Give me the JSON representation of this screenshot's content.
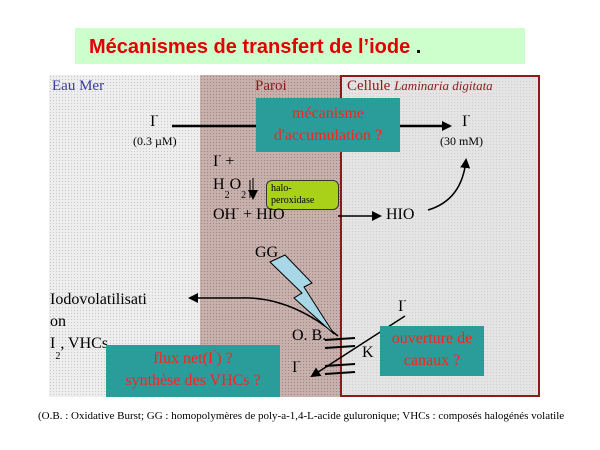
{
  "title": "Mécanismes de transfert de l’iode",
  "title_dot": ".",
  "zones": {
    "sea": "Eau Mer",
    "wall": "Paroi",
    "cell": "Cellule",
    "cell_species": "Laminaria digitata"
  },
  "iodide_symbol": "I",
  "minus": "-",
  "sea_conc": "(0.3 µM)",
  "cell_conc": "(30 mM)",
  "accumulation_box": "mécanisme d'accumulation ?",
  "reaction": {
    "plus": "+",
    "h2o2_a": "H",
    "h2o2_sub": "2",
    "h2o2_b": "O",
    "oh": "OH",
    "hio_part": "+ HIO",
    "hio": "HIO"
  },
  "enzyme": "halo-peroxidase",
  "gg": "GG",
  "ob": "O. B.",
  "k": "K",
  "channels_box": "ouverture de canaux ?",
  "volatil": {
    "line1": "Iodovolatilisati",
    "line2": "on",
    "line3a": "I",
    "line3_sub": "2",
    "line3b": ", VHCs"
  },
  "flux_box": {
    "line1a": "flux net(I",
    "line1b": ") ?",
    "line2": "synthèse des VHCs ?"
  },
  "footnote": "(O.B. : Oxidative Burst; GG : homopolymères de poly-a-1,4-L-acide guluronique; VHCs : composés halogénés volatile",
  "colors": {
    "title_bg": "#ccffcc",
    "title_text": "#e00000",
    "teal_box": "#2a9d9a",
    "teal_text": "#ff2020",
    "cell_border": "#8b1a1a",
    "enzyme_bg": "#a9d11a",
    "lightning": "#a8d8e8"
  }
}
